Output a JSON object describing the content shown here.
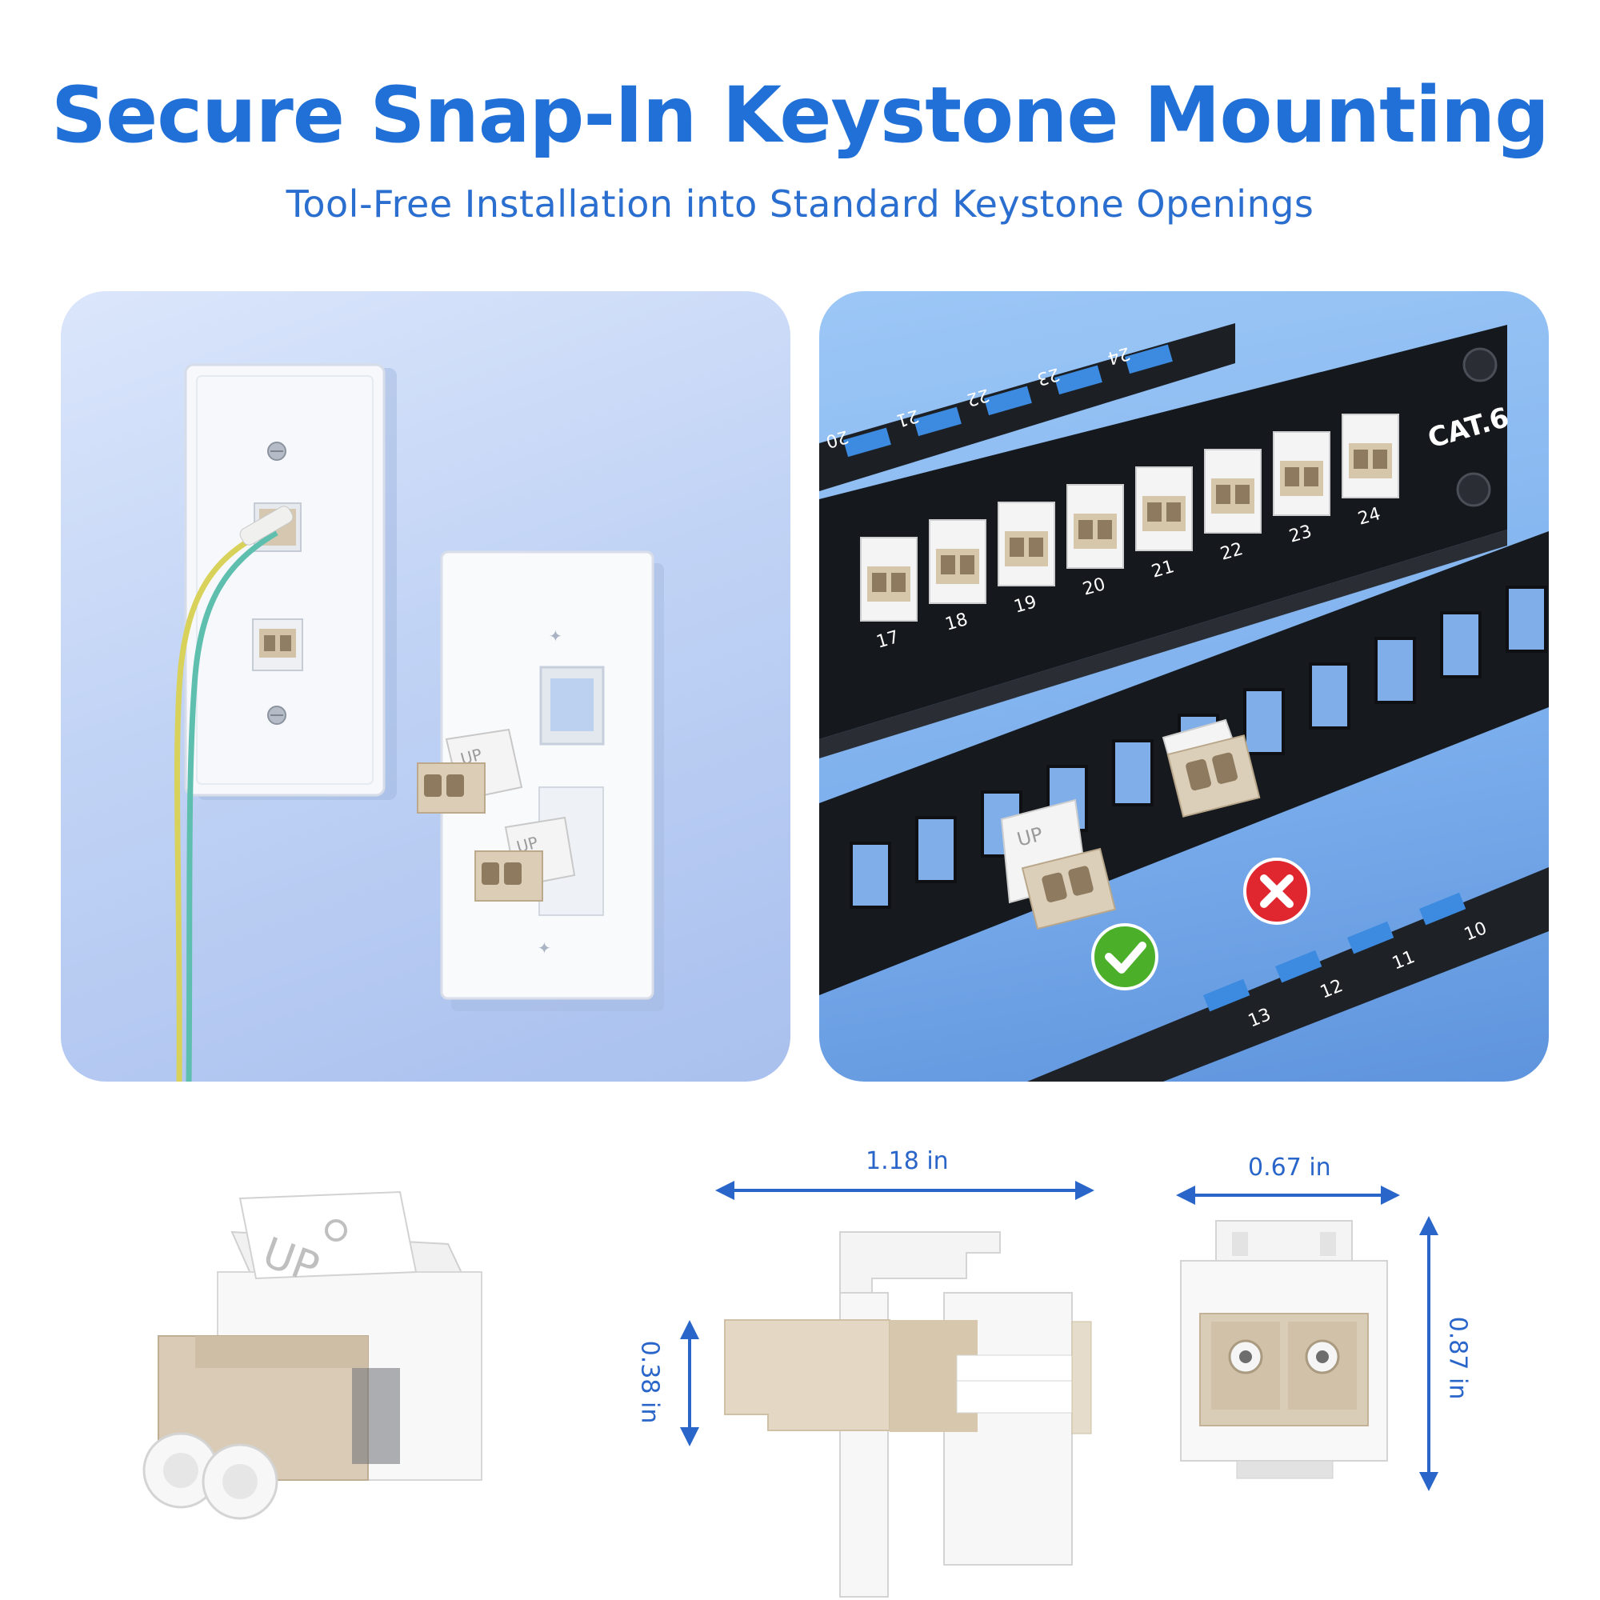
{
  "header": {
    "title": "Secure Snap-In Keystone Mounting",
    "subtitle": "Tool-Free Installation into Standard Keystone Openings"
  },
  "product": {
    "label_up": "UP"
  },
  "patch_panel": {
    "cat_label": "CAT.6",
    "port_numbers": [
      "17",
      "18",
      "19",
      "20",
      "21",
      "22",
      "23",
      "24"
    ],
    "top_numbers": [
      "20",
      "21",
      "22",
      "23",
      "24"
    ],
    "bottom_numbers": [
      "13",
      "12",
      "11",
      "10"
    ],
    "correct_mark": "correct-check",
    "wrong_mark": "wrong-cross"
  },
  "dimensions": {
    "length": "1.18 in",
    "side_height": "0.38 in",
    "width": "0.67 in",
    "height": "0.87 in"
  },
  "colors": {
    "accent": "#2170d8",
    "check_green": "#4caf2a",
    "cross_red": "#e0262f",
    "adapter_beige": "#d9cbb5"
  }
}
